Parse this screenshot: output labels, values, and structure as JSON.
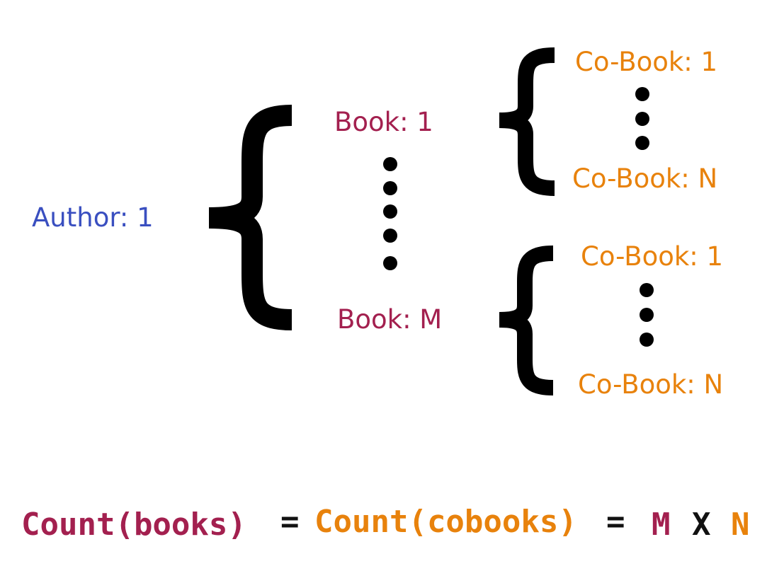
{
  "colors": {
    "author": "#3a4fc0",
    "book": "#a3204f",
    "cobook": "#e8820c",
    "brace": "#000000",
    "text_dark": "#111111"
  },
  "author": {
    "label": "Author: 1"
  },
  "books": {
    "first": "Book: 1",
    "last": "Book: M"
  },
  "cobooks_group_1": {
    "first": "Co-Book: 1",
    "last": "Co-Book: N"
  },
  "cobooks_group_2": {
    "first": "Co-Book: 1",
    "last": "Co-Book: N"
  },
  "formula": {
    "count_books": "Count(books)",
    "eq1": "=",
    "count_cobooks": "Count(cobooks)",
    "eq2": "=",
    "m": "M",
    "x": "X",
    "n": "N"
  }
}
